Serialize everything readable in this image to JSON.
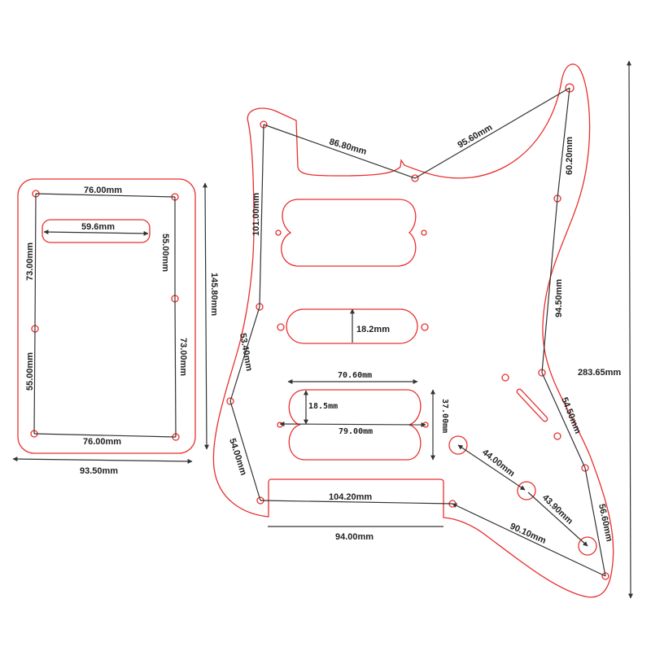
{
  "colors": {
    "outline": "#e8302f",
    "dimension": "#333333"
  },
  "back_plate": {
    "labels": {
      "top_width": "76.00mm",
      "slot_width": "59.6mm",
      "left_upper": "73.00mm",
      "right_upper": "55.00mm",
      "left_lower": "55.00mm",
      "right_lower": "73.00mm",
      "bottom_width": "76.00mm",
      "overall_width": "93.50mm",
      "overall_height": "145.80mm"
    }
  },
  "pickguard": {
    "labels": {
      "top_left": "86.80mm",
      "top_right": "95.60mm",
      "right_upper": "60.20mm",
      "right_mid": "94.50mm",
      "left_upper": "101.00mm",
      "left_mid": "53.40mm",
      "left_lower": "54.00mm",
      "middle_pickup_height": "18.2mm",
      "humbucker_width": "70.60mm",
      "humbucker_coil_height": "18.5mm",
      "humbucker_screw_span": "79.00mm",
      "humbucker_height": "37.00mm",
      "bottom_screws": "104.20mm",
      "cavity_width": "94.00mm",
      "right_lower": "54.50mm",
      "knob_1_2": "44.00mm",
      "knob_2_3": "43.90mm",
      "right_bottom": "56.60mm",
      "bottom_diagonal": "90.10mm",
      "overall_height": "283.65mm"
    }
  }
}
